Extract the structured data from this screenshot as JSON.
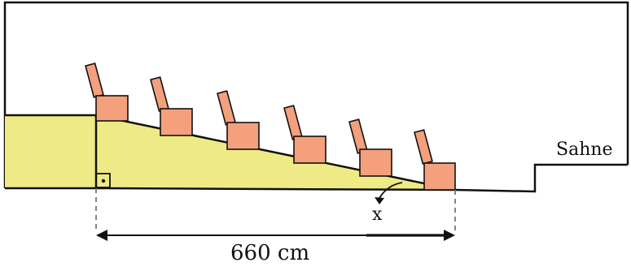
{
  "labels": {
    "stage": "Sahne",
    "angle": "x",
    "distance": "660 cm"
  },
  "colors": {
    "ramp_fill": "#eeea85",
    "seat_fill": "#f4a07c",
    "outline": "#111111",
    "dashed": "#777777"
  },
  "seats": {
    "count": 6,
    "rows": [
      "row-1",
      "row-2",
      "row-3",
      "row-4",
      "row-5",
      "row-6"
    ]
  },
  "symbols": {
    "right_angle": "right-angle-marker",
    "angle_arc": "angle-arc-arrow"
  }
}
